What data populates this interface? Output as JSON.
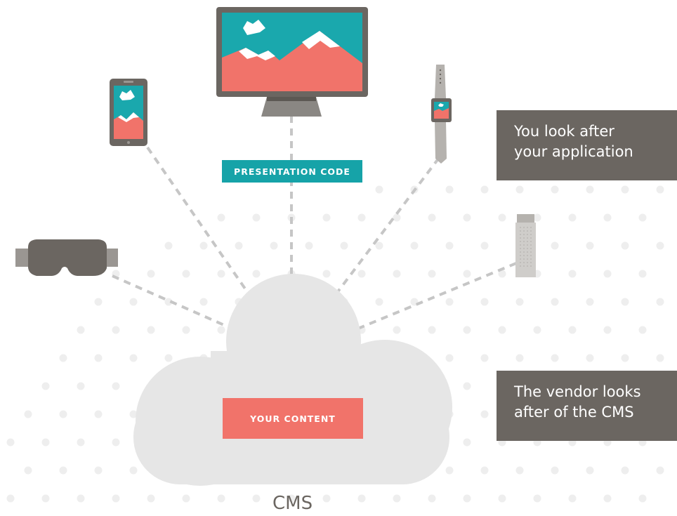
{
  "labels": {
    "presentation_code": "PRESENTATION CODE",
    "your_content": "YOUR CONTENT",
    "cms": "CMS",
    "note_application_line1": "You look after",
    "note_application_line2": "your application",
    "note_vendor_line1": "The vendor looks",
    "note_vendor_line2": "after of the CMS"
  },
  "devices": [
    {
      "name": "desktop-monitor",
      "icon": "monitor-icon"
    },
    {
      "name": "smartphone",
      "icon": "phone-icon"
    },
    {
      "name": "smartwatch",
      "icon": "watch-icon"
    },
    {
      "name": "vr-headset",
      "icon": "vr-headset-icon"
    },
    {
      "name": "streaming-stick",
      "icon": "streaming-stick-icon"
    }
  ],
  "colors": {
    "teal": "#16a3a8",
    "coral": "#f1736a",
    "dark_gray": "#6b6661",
    "cloud": "#e6e6e6",
    "dots": "#eeeeee",
    "connector": "#c6c6c6"
  }
}
